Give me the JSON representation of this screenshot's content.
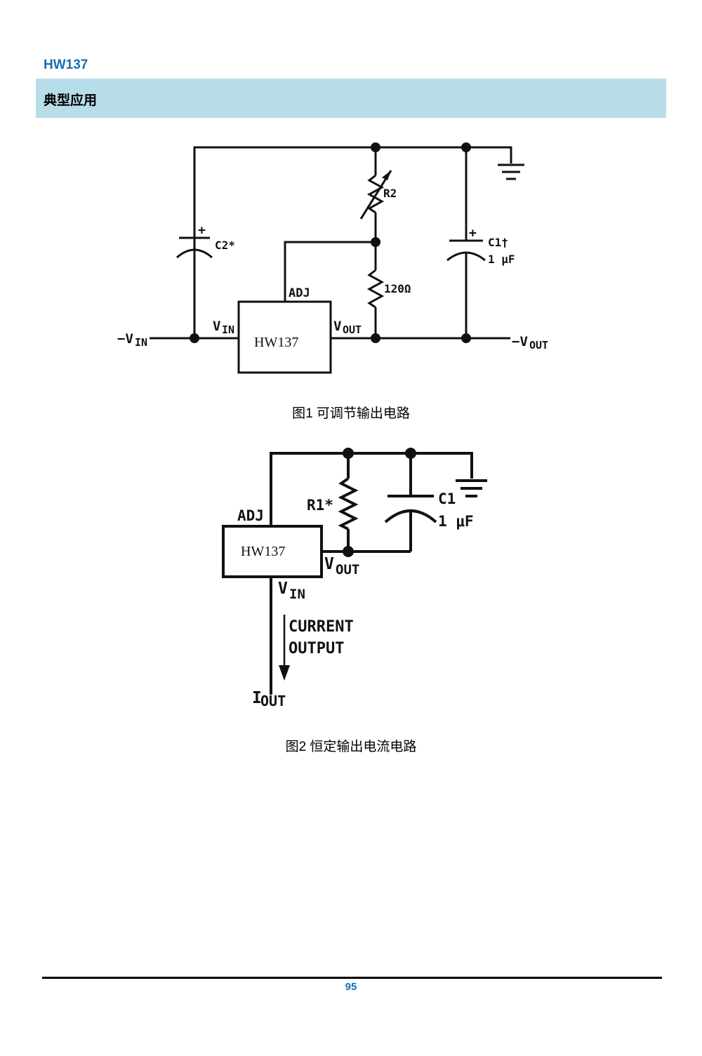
{
  "header": {
    "part_number": "HW137",
    "section_title": "典型应用"
  },
  "figure1": {
    "caption": "图1  可调节输出电路",
    "chip": "HW137",
    "pin_adj": "ADJ",
    "pin_vin_main": "V",
    "pin_vin_sub": "IN",
    "pin_vout_main": "V",
    "pin_vout_sub": "OUT",
    "input_main": "−V",
    "input_sub": "IN",
    "output_main": "−V",
    "output_sub": "OUT",
    "r2_label": "R2",
    "r_fixed_label": "120Ω",
    "c2_label": "C2*",
    "c1_label": "C1†",
    "c1_value": "1 μF",
    "plus_sign": "+"
  },
  "figure2": {
    "caption": "图2  恒定输出电流电路",
    "chip": "HW137",
    "pin_adj": "ADJ",
    "pin_vout_main": "V",
    "pin_vout_sub": "OUT",
    "pin_vin_main": "V",
    "pin_vin_sub": "IN",
    "r1_label": "R1*",
    "c1_label": "C1",
    "c1_value": "1 μF",
    "current_label_1": "CURRENT",
    "current_label_2": "OUTPUT",
    "iout_main": "I",
    "iout_sub": "OUT"
  },
  "footer": {
    "page_number": "95"
  }
}
